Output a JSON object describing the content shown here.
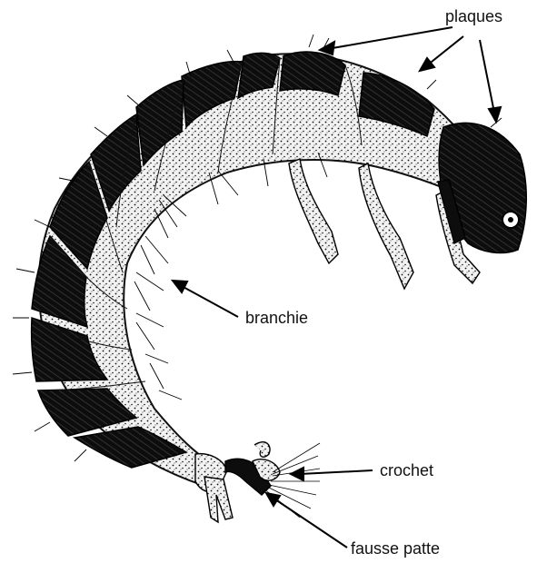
{
  "labels": {
    "plaques": "plaques",
    "branchie": "branchie",
    "crochet": "crochet",
    "fausse_patte": "fausse patte"
  },
  "colors": {
    "ink": "#111111",
    "pale": "#f2f2f2",
    "background": "#ffffff"
  }
}
